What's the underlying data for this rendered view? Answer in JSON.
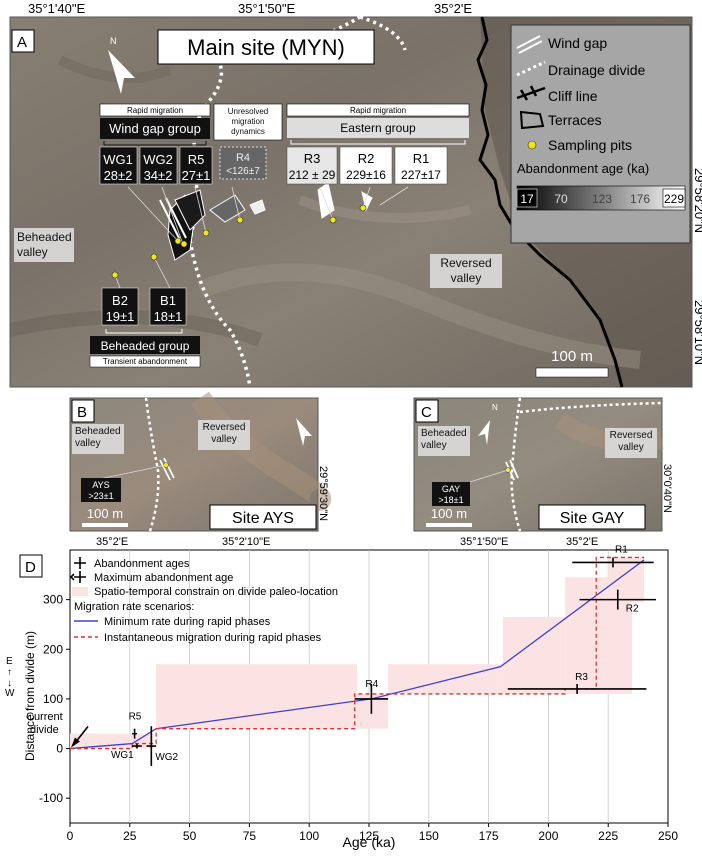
{
  "panel_a": {
    "letter": "A",
    "title": "Main site (MYN)",
    "north": "N",
    "top_ticks": [
      "35°1'40\"E",
      "35°1'50\"E",
      "35°2'E"
    ],
    "right_ticks": [
      "29°58'20\"N",
      "29°58'10\"N"
    ],
    "legend": {
      "wind_gap": "Wind gap",
      "drainage_divide": "Drainage divide",
      "cliff_line": "Cliff line",
      "terraces": "Terraces",
      "sampling_pits": "Sampling pits",
      "age_title": "Abandonment age (ka)",
      "age_scale": [
        "17",
        "70",
        "123",
        "176",
        "229"
      ]
    },
    "groups": {
      "wind_gap_header": "Rapid migration",
      "wind_gap_label": "Wind gap group",
      "unresolved": "Unresolved migration dynamics",
      "eastern_header": "Rapid migration",
      "eastern_label": "Eastern group",
      "beheaded_label": "Beheaded group",
      "beheaded_footer": "Transient abandonment"
    },
    "samples": [
      {
        "name": "WG1",
        "age": "28±2"
      },
      {
        "name": "WG2",
        "age": "34±2"
      },
      {
        "name": "R5",
        "age": "27±1"
      },
      {
        "name": "R4",
        "age": "<126±7"
      },
      {
        "name": "R3",
        "age": "212 ± 29"
      },
      {
        "name": "R2",
        "age": "229±16"
      },
      {
        "name": "R1",
        "age": "227±17"
      },
      {
        "name": "B2",
        "age": "19±1"
      },
      {
        "name": "B1",
        "age": "18±1"
      }
    ],
    "beheaded_valley": "Beheaded valley",
    "reversed_valley": "Reversed valley",
    "scale": "100 m",
    "colors": {
      "divide": "#ffffff",
      "cliff": "#000000",
      "pit": "#f2e41a"
    }
  },
  "panel_b": {
    "letter": "B",
    "beheaded": "Beheaded valley",
    "reversed": "Reversed valley",
    "sample": "AYS",
    "age": ">23±1",
    "scale": "100 m",
    "site": "Site AYS",
    "lat": "29°59'30\"N",
    "lon_ticks": [
      "35°2'E",
      "35°2'10\"E"
    ]
  },
  "panel_c": {
    "letter": "C",
    "north": "N",
    "beheaded": "Beheaded valley",
    "reversed": "Reversed valley",
    "sample": "GAY",
    "age": ">18±1",
    "scale": "100 m",
    "site": "Site GAY",
    "lat": "30°0'40\"N",
    "lon_ticks": [
      "35°1'50\"E",
      "35°2'E"
    ]
  },
  "chart_data": {
    "type": "line",
    "letter": "D",
    "xlabel": "Age (ka)",
    "ylabel": "Distance from divide (m)",
    "xlim": [
      0,
      250
    ],
    "ylim": [
      -150,
      400
    ],
    "x_ticks": [
      "0",
      "25",
      "50",
      "75",
      "100",
      "125",
      "150",
      "175",
      "200",
      "225",
      "250"
    ],
    "y_ticks": [
      "-100",
      "0",
      "100",
      "200",
      "300"
    ],
    "grid": "vertical",
    "side_label_e": "E",
    "side_label_w": "W",
    "current_divide": "Current divide",
    "legend": {
      "abandonment": "Abandonment ages",
      "maximum": "Maximum abandonment age",
      "constraint": "Spatio-temporal constrain on divide paleo-location",
      "scenarios_title": "Migration rate scenarios:",
      "min_rate": "Minimum rate during rapid phases",
      "instant": "Instantaneous migration during rapid phases"
    },
    "points": [
      {
        "name": "R5",
        "x": 27,
        "y": 30,
        "xerr": 1,
        "yerr": 10
      },
      {
        "name": "WG1",
        "x": 28,
        "y": 5,
        "xerr": 2,
        "yerr": 5
      },
      {
        "name": "WG2",
        "x": 34,
        "y": 5,
        "xerr": 2,
        "yerr": 40
      },
      {
        "name": "R4",
        "x": 126,
        "y": 100,
        "xerr": 7,
        "yerr": 30
      },
      {
        "name": "R3",
        "x": 212,
        "y": 120,
        "xerr": 29,
        "yerr": 10
      },
      {
        "name": "R2",
        "x": 229,
        "y": 300,
        "xerr": 16,
        "yerr": 20
      },
      {
        "name": "R1",
        "x": 227,
        "y": 375,
        "xerr": 17,
        "yerr": 10
      }
    ],
    "boxes": [
      {
        "x0": 0,
        "x1": 35,
        "y0": 0,
        "y1": 30
      },
      {
        "x0": 36,
        "x1": 120,
        "y0": 40,
        "y1": 170
      },
      {
        "x0": 120,
        "x1": 133,
        "y0": 40,
        "y1": 110
      },
      {
        "x0": 133,
        "x1": 181,
        "y0": 110,
        "y1": 170
      },
      {
        "x0": 181,
        "x1": 207,
        "y0": 110,
        "y1": 265
      },
      {
        "x0": 207,
        "x1": 235,
        "y0": 110,
        "y1": 345
      },
      {
        "x0": 225,
        "x1": 240,
        "y0": 295,
        "y1": 385
      }
    ],
    "series": [
      {
        "name": "Minimum rate during rapid phases",
        "color": "#4040d0",
        "x": [
          0,
          26,
          36,
          126,
          180,
          240
        ],
        "y": [
          0,
          10,
          40,
          100,
          165,
          380
        ]
      },
      {
        "name": "Instantaneous migration during rapid phases",
        "color": "#e03030",
        "x": [
          0,
          26,
          26,
          36,
          36,
          119,
          119,
          207,
          207,
          220,
          220,
          240
        ],
        "y": [
          0,
          0,
          10,
          10,
          40,
          40,
          110,
          110,
          120,
          120,
          385,
          385
        ]
      }
    ],
    "colors": {
      "box": "#fbe3e3"
    }
  }
}
